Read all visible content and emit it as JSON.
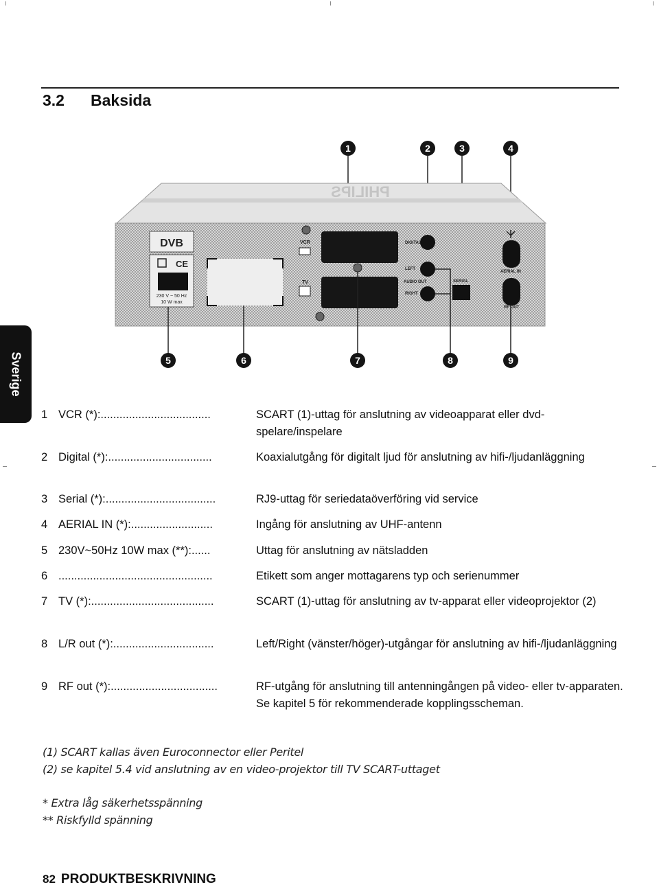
{
  "section": {
    "number": "3.2",
    "title": "Baksida"
  },
  "side_tab": "Sverige",
  "callouts_top": [
    "1",
    "2",
    "3",
    "4"
  ],
  "callouts_bottom": [
    "5",
    "6",
    "7",
    "8",
    "9"
  ],
  "device": {
    "brand": "PHILIPS",
    "logo": "DVB",
    "ce_mark": "CE",
    "power_label": "230 V ~ 50 Hz",
    "power_label_2": "10 W max",
    "vcr_label": "VCR",
    "tv_label": "TV",
    "digital_label": "DIGITAL",
    "left_label": "LEFT",
    "audio_out_label": "AUDIO OUT",
    "right_label": "RIGHT",
    "serial_label": "SERIAL",
    "aerial_in_label": "AERIAL IN",
    "rf_out_label": "RF OUT"
  },
  "legend": [
    {
      "num": "1",
      "label": "VCR (*):...................................",
      "desc": "SCART (1)-uttag för anslutning av videoapparat eller dvd-spelare/inspelare"
    },
    {
      "num": "2",
      "label": "Digital (*):.................................",
      "desc": "Koaxialutgång för digitalt ljud för anslutning av hifi-/ljudanläggning"
    },
    {
      "num": "3",
      "label": "Serial (*):...................................",
      "desc": "RJ9-uttag för seriedataöverföring vid service"
    },
    {
      "num": "4",
      "label": "AERIAL IN (*):..........................",
      "desc": "Ingång för anslutning av UHF-antenn"
    },
    {
      "num": "5",
      "label": "230V~50Hz 10W max (**):......",
      "desc": "Uttag för anslutning av nätsladden"
    },
    {
      "num": "6",
      "label": ".................................................",
      "desc": "Etikett som anger mottagarens typ och serienummer"
    },
    {
      "num": "7",
      "label": "TV (*):.......................................",
      "desc": "SCART (1)-uttag för anslutning av tv-apparat eller videoprojektor (2)"
    },
    {
      "num": "8",
      "label": "L/R out (*):................................",
      "desc": "Left/Right (vänster/höger)-utgångar för anslutning av hifi-/ljudanläggning"
    },
    {
      "num": "9",
      "label": "RF out (*):..................................",
      "desc": "RF-utgång för anslutning till antenningången på video- eller tv-apparaten. Se kapitel 5 för rekommenderade kopplingsscheman."
    }
  ],
  "footnotes": [
    "(1) SCART kallas även Euroconnector eller Peritel",
    "(2) se kapitel 5.4 vid anslutning av en video-projektor till TV SCART-uttaget",
    "* Extra låg säkerhetsspänning",
    "** Riskfylld spänning"
  ],
  "footer": {
    "page": "82",
    "title": "PRODUKTBESKRIVNING"
  }
}
